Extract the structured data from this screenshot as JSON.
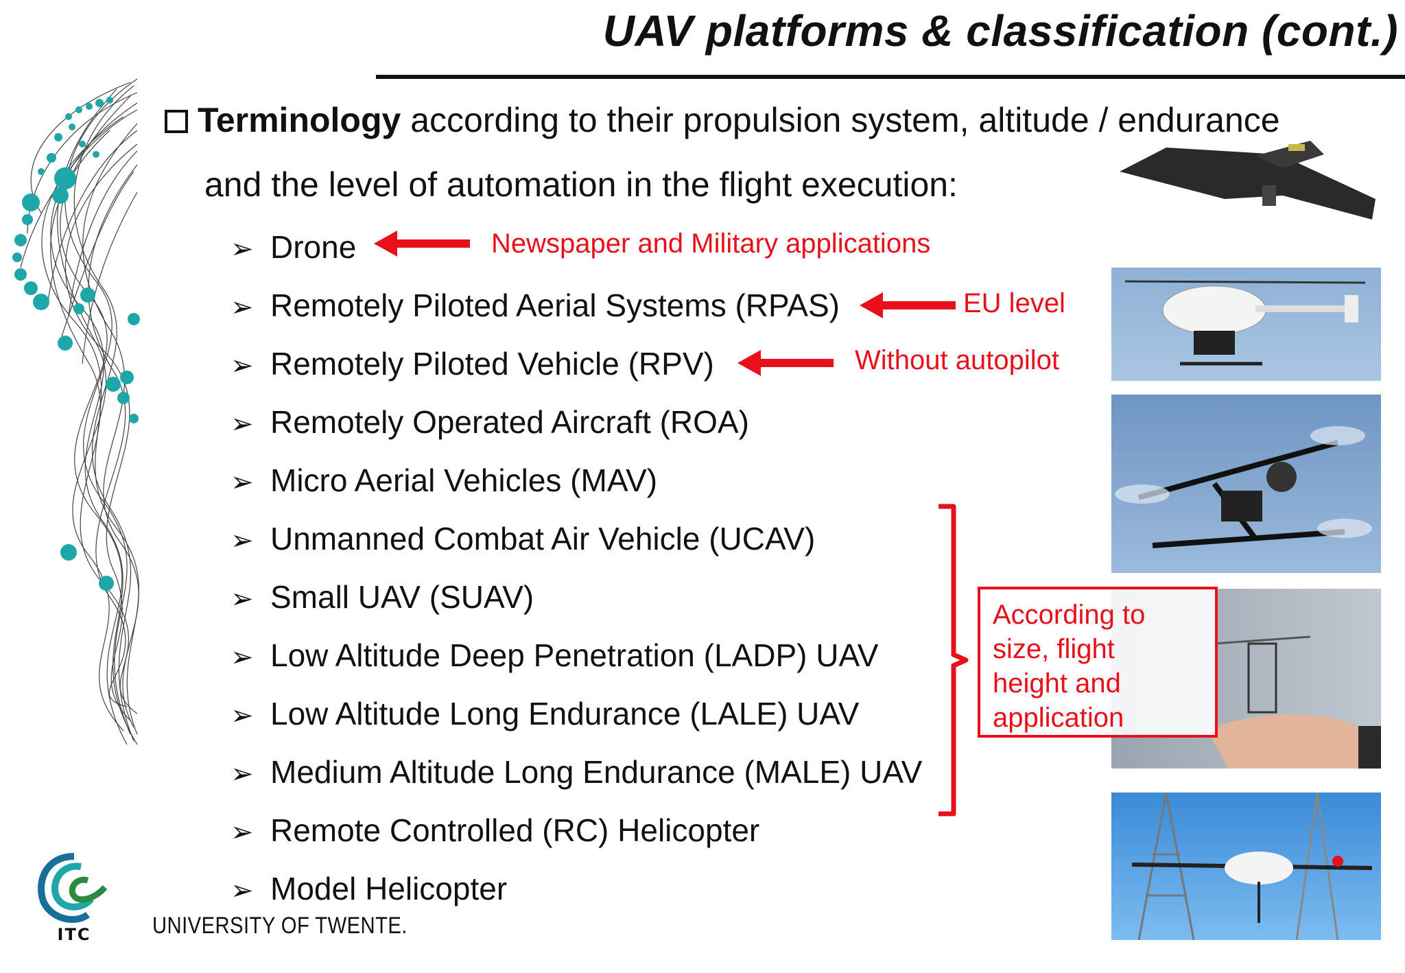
{
  "title": "UAV platforms & classification (cont.)",
  "intro": {
    "bold": "Terminology",
    "line1_rest": " according to their propulsion system, altitude / endurance",
    "line2": "and the level of automation in the flight execution:"
  },
  "bullet_marker": "➢",
  "bullets": [
    "Drone",
    "Remotely Piloted Aerial Systems (RPAS)",
    "Remotely Piloted Vehicle (RPV)",
    "Remotely Operated Aircraft (ROA)",
    "Micro Aerial Vehicles (MAV)",
    "Unmanned Combat Air Vehicle (UCAV)",
    "Small UAV (SUAV)",
    "Low Altitude Deep Penetration (LADP) UAV",
    "Low Altitude Long Endurance (LALE) UAV",
    "Medium Altitude Long Endurance (MALE) UAV",
    "Remote Controlled (RC) Helicopter",
    "Model Helicopter"
  ],
  "annotations": {
    "drone_note": "Newspaper and Military applications",
    "rpas_note": "EU level",
    "rpv_note": "Without autopilot",
    "group_box": "According to\nsize, flight\nheight and\napplication"
  },
  "accent_color": "#e8101a",
  "footer": {
    "logo_text": "ITC",
    "university": "UNIVERSITY OF TWENTE."
  }
}
